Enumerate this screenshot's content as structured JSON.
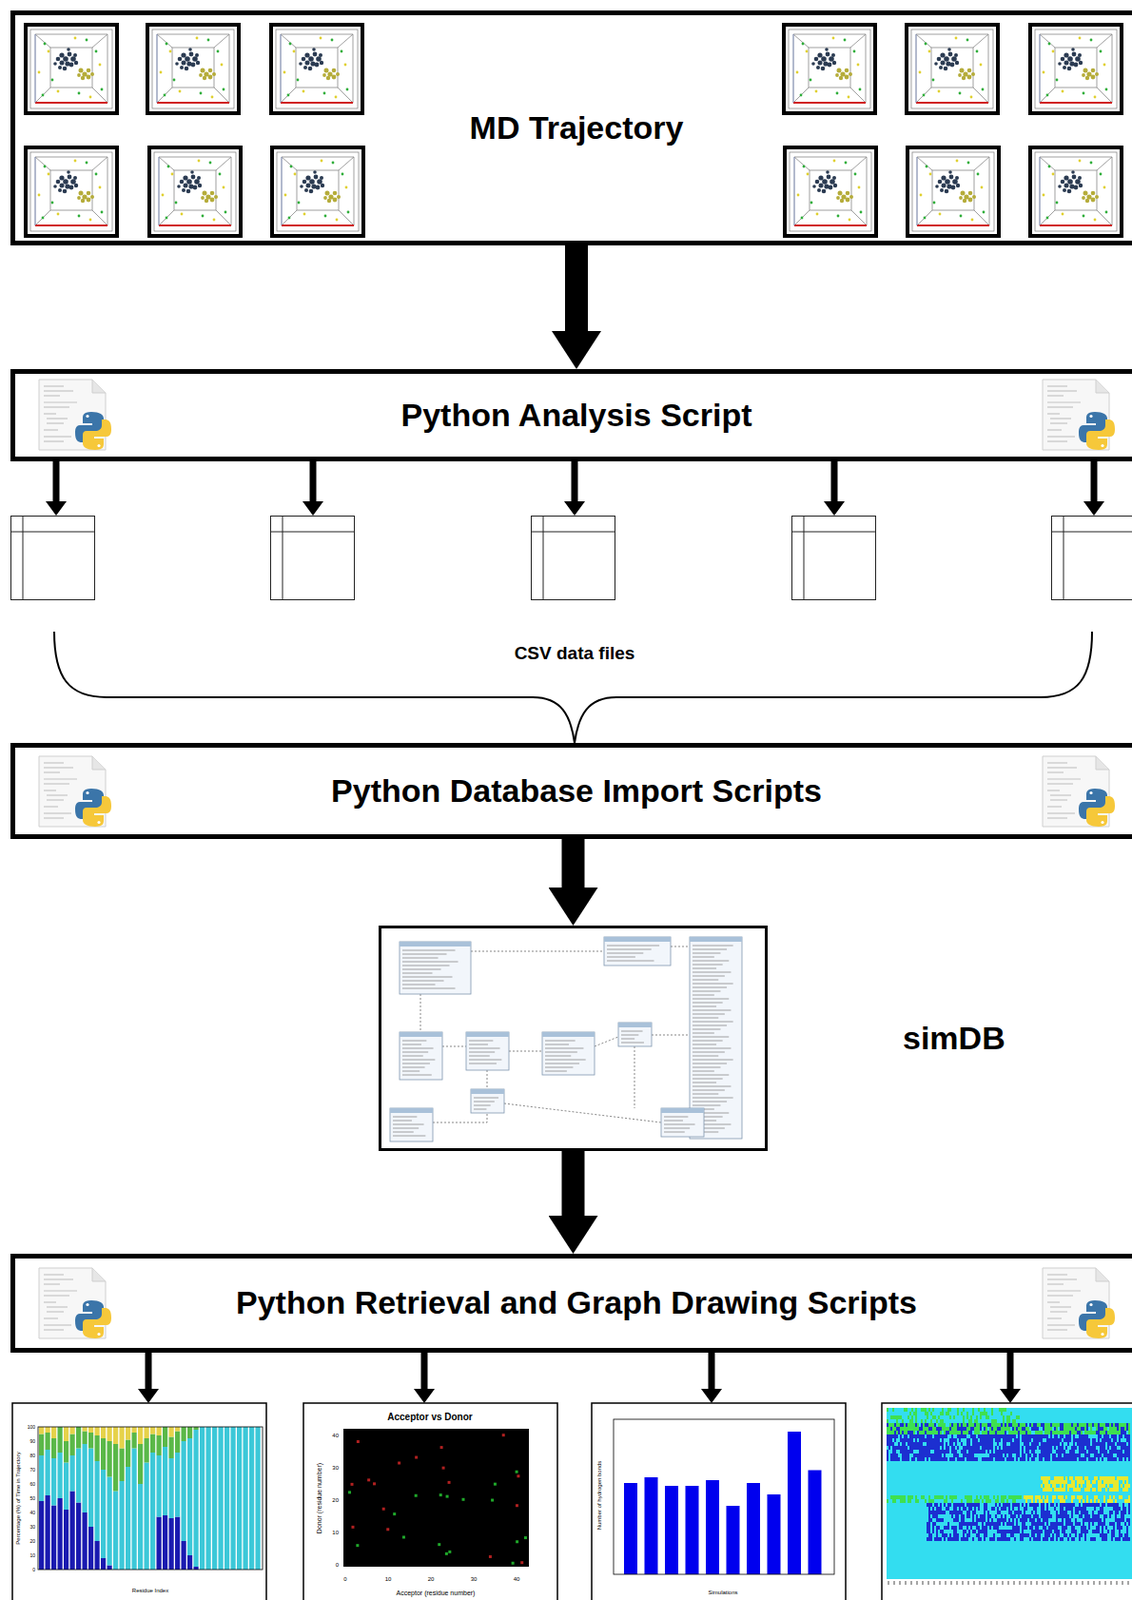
{
  "diagram": {
    "nodes": [
      {
        "text": [
          "MD Trajectory"
        ]
      },
      {
        "text": [
          "Python Analysis Script"
        ]
      },
      {
        "text": [
          "Python Database Import Scripts"
        ]
      },
      {
        "text": [
          "simDB"
        ]
      },
      {
        "text": [
          "Python Retrieval and Graph Drawing Scripts"
        ]
      }
    ],
    "edges": [
      {
        "from": 0,
        "to": 1,
        "arrow": "to"
      },
      {
        "from": 2,
        "to": 3,
        "arrow": "to"
      },
      {
        "from": 3,
        "to": 4,
        "arrow": "to"
      }
    ],
    "labels": [
      "CSV data files",
      "Percentage (%) of Time in Trajectory",
      "Residue Index",
      "0",
      "10",
      "20",
      "30",
      "40",
      "50",
      "60",
      "70",
      "80",
      "90",
      "100",
      "Acceptor vs Donor",
      "Donor (residue number)",
      "Acceptor (residue number)",
      "0",
      "10",
      "20",
      "30",
      "40",
      "0",
      "10",
      "20",
      "30",
      "40",
      "Number of hydrogen bonds",
      "Simulations"
    ]
  }
}
